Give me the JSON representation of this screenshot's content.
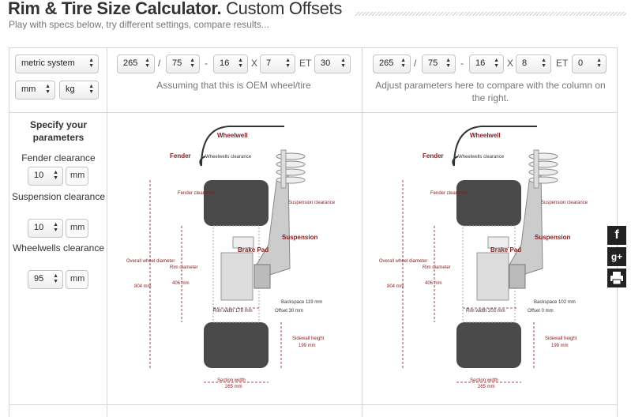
{
  "header": {
    "title_bold": "Rim & Tire Size Calculator.",
    "title_light": "Custom Offsets",
    "subtitle": "Play with specs below, try different settings, compare results..."
  },
  "settings": {
    "system": "metric system",
    "length_unit": "mm",
    "weight_unit": "kg"
  },
  "oem": {
    "width": "265",
    "aspect": "75",
    "rim": "16",
    "rim_width": "7",
    "et_label": "ET",
    "offset": "30",
    "note": "Assuming that this is OEM wheel/tire"
  },
  "compare": {
    "width": "265",
    "aspect": "75",
    "rim": "16",
    "rim_width": "8",
    "et_label": "ET",
    "offset": "0",
    "note": "Adjust parameters here to compare with the column on the right."
  },
  "separators": {
    "slash": "/",
    "dash": "-",
    "times": "X"
  },
  "params": {
    "heading": "Specify your parameters",
    "fender_label": "Fender clearance",
    "fender_value": "10",
    "suspension_label": "Suspension clearance",
    "suspension_value": "10",
    "wheelwells_label": "Wheelwells clearance",
    "wheelwells_value": "95",
    "unit": "mm"
  },
  "diagram_labels": {
    "wheelwell": "Wheelwell",
    "fender": "Fender",
    "wheelwells_clearance": "Wheelwells clearance",
    "fender_clearance": "Fender clearance",
    "suspension_clearance": "Suspension clearance",
    "suspension": "Suspension",
    "brake_pad": "Brake Pad",
    "overall_wheel_diameter": "Overall wheel diameter",
    "rim_diameter": "Rim diameter",
    "sidewall_height": "Sidewall height",
    "section_width": "Section width"
  },
  "diagram_left": {
    "overall_diameter": "804 mm",
    "rim_diameter": "406 mm",
    "backspace": "Backspace 119 mm",
    "offset": "Offset 30 mm",
    "rim_width": "Rim width 178 mm",
    "sidewall": "199 mm",
    "section": "265 mm"
  },
  "diagram_right": {
    "overall_diameter": "804 mm",
    "rim_diameter": "406 mm",
    "backspace": "Backspace 102 mm",
    "offset": "Offset 0 mm",
    "rim_width": "Rim width 203 mm",
    "sidewall": "199 mm",
    "section": "265 mm"
  },
  "social": {
    "facebook": "f",
    "google": "g+",
    "print": "print-icon"
  },
  "colors": {
    "label_red": "#8b1a1a",
    "tire": "#4a4a4a",
    "text": "#333333"
  }
}
